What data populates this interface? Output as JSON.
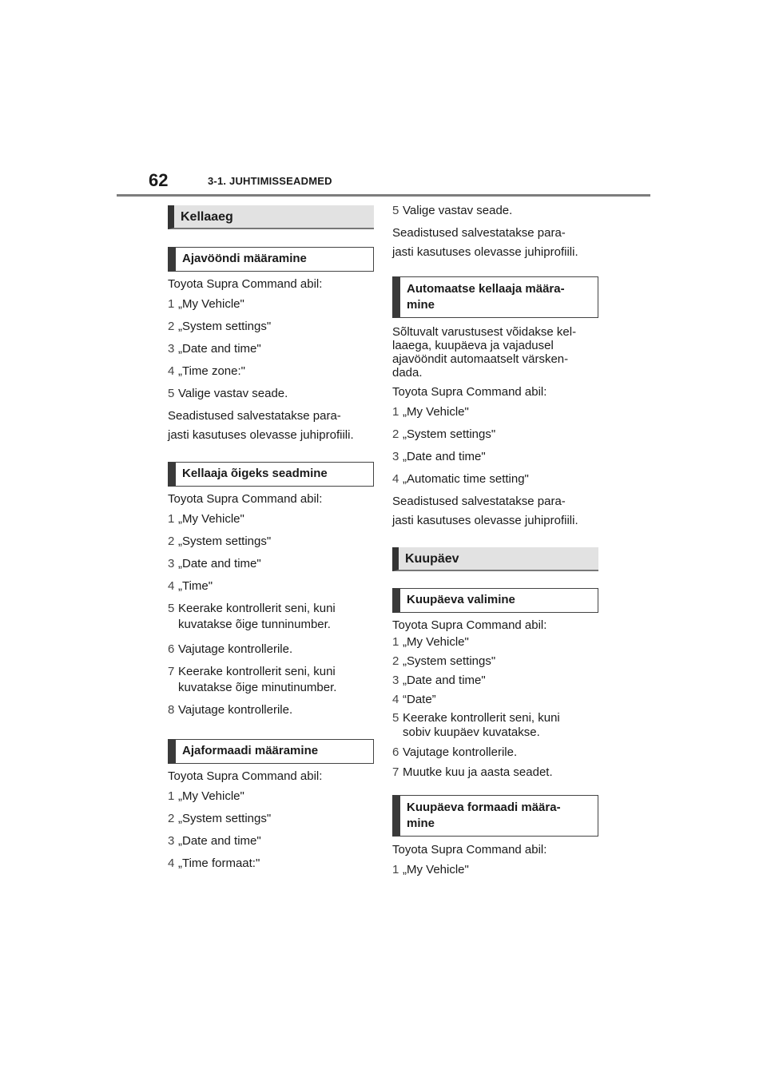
{
  "header": {
    "page_number": "62",
    "section": "3-1. JUHTIMISSEADMED"
  },
  "left": {
    "h1_kellaaeg": "Kellaaeg",
    "h2_ajavoond": "Ajavööndi määramine",
    "intro1": "Toyota Supra Command abil:",
    "steps1": [
      {
        "n": "1",
        "t": "„My Vehicle\""
      },
      {
        "n": "2",
        "t": "„System settings\""
      },
      {
        "n": "3",
        "t": "„Date and time\""
      },
      {
        "n": "4",
        "t": "„Time zone:\""
      },
      {
        "n": "5",
        "t": "Valige vastav seade."
      }
    ],
    "saved1_a": "Seadistused salvestatakse para-",
    "saved1_b": "jasti kasutuses olevasse juhiprofiili.",
    "h2_oigeks": "Kellaaja õigeks seadmine",
    "intro2": "Toyota Supra Command abil:",
    "steps2": [
      {
        "n": "1",
        "t": "„My Vehicle\""
      },
      {
        "n": "2",
        "t": "„System settings\""
      },
      {
        "n": "3",
        "t": "„Date and time\""
      },
      {
        "n": "4",
        "t": "„Time\""
      },
      {
        "n": "5",
        "t": "Keerake kontrollerit seni, kuni",
        "t2": "kuvatakse õige tunninumber."
      },
      {
        "n": "6",
        "t": "Vajutage kontrollerile."
      },
      {
        "n": "7",
        "t": "Keerake kontrollerit seni, kuni",
        "t2": "kuvatakse õige minutinumber."
      },
      {
        "n": "8",
        "t": "Vajutage kontrollerile."
      }
    ],
    "h2_ajaformaat": "Ajaformaadi määramine",
    "intro3": "Toyota Supra Command abil:",
    "steps3": [
      {
        "n": "1",
        "t": "„My Vehicle\""
      },
      {
        "n": "2",
        "t": "„System settings\""
      },
      {
        "n": "3",
        "t": "„Date and time\""
      },
      {
        "n": "4",
        "t": "„Time formaat:\""
      }
    ]
  },
  "right": {
    "step5": {
      "n": "5",
      "t": "Valige vastav seade."
    },
    "saved_a": "Seadistused salvestatakse para-",
    "saved_b": "jasti kasutuses olevasse juhiprofiili.",
    "h2_auto_a": "Automaatse kellaaja määra-",
    "h2_auto_b": "mine",
    "auto_text": [
      "Sõltuvalt varustusest võidakse kel-",
      "laaega, kuupäeva ja vajadusel",
      "ajavööndit automaatselt värsken-",
      "dada."
    ],
    "intro_auto": "Toyota Supra Command abil:",
    "steps_auto": [
      {
        "n": "1",
        "t": "„My Vehicle\""
      },
      {
        "n": "2",
        "t": "„System settings\""
      },
      {
        "n": "3",
        "t": "„Date and time\""
      },
      {
        "n": "4",
        "t": "„Automatic time setting\""
      }
    ],
    "saved2_a": "Seadistused salvestatakse para-",
    "saved2_b": "jasti kasutuses olevasse juhiprofiili.",
    "h1_kuupaev": "Kuupäev",
    "h2_valimine": "Kuupäeva valimine",
    "intro_date": "Toyota Supra Command abil:",
    "steps_date": [
      {
        "n": "1",
        "t": "„My Vehicle\""
      },
      {
        "n": "2",
        "t": "„System settings\""
      },
      {
        "n": "3",
        "t": "„Date and time\""
      },
      {
        "n": "4",
        "t": "“Date”"
      },
      {
        "n": "5",
        "t": "Keerake kontrollerit seni, kuni",
        "t2": "sobiv kuupäev kuvatakse."
      },
      {
        "n": "6",
        "t": "Vajutage kontrollerile."
      },
      {
        "n": "7",
        "t": "Muutke kuu ja aasta seadet."
      }
    ],
    "h2_formaat_a": "Kuupäeva formaadi määra-",
    "h2_formaat_b": "mine",
    "intro_fmt": "Toyota Supra Command abil:",
    "step_fmt1": {
      "n": "1",
      "t": "„My Vehicle\""
    }
  }
}
